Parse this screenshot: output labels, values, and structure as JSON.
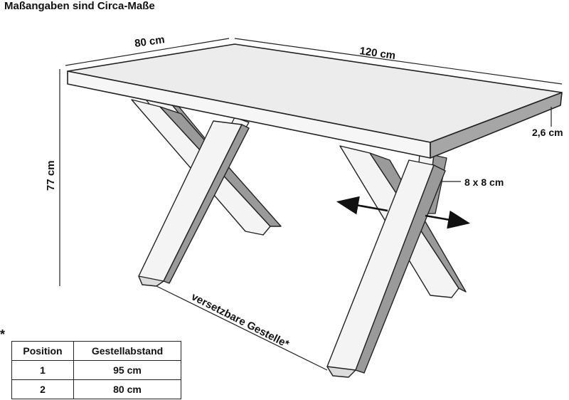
{
  "title": "Maßangaben sind Circa-Maße",
  "dimensions": {
    "depth": "80 cm",
    "length": "120 cm",
    "height": "77 cm",
    "thickness": "2,6 cm",
    "leg_profile": "8 x 8 cm"
  },
  "annotation": "versetzbare Gestelle*",
  "footnote_mark": "*",
  "table": {
    "headers": [
      "Position",
      "Gestellabstand"
    ],
    "rows": [
      [
        "1",
        "95 cm"
      ],
      [
        "2",
        "80 cm"
      ]
    ]
  },
  "colors": {
    "tabletop": "#ececec",
    "leg_light": "#f4f4f4",
    "leg_dark": "#9a9a9a",
    "outline": "#222222"
  }
}
